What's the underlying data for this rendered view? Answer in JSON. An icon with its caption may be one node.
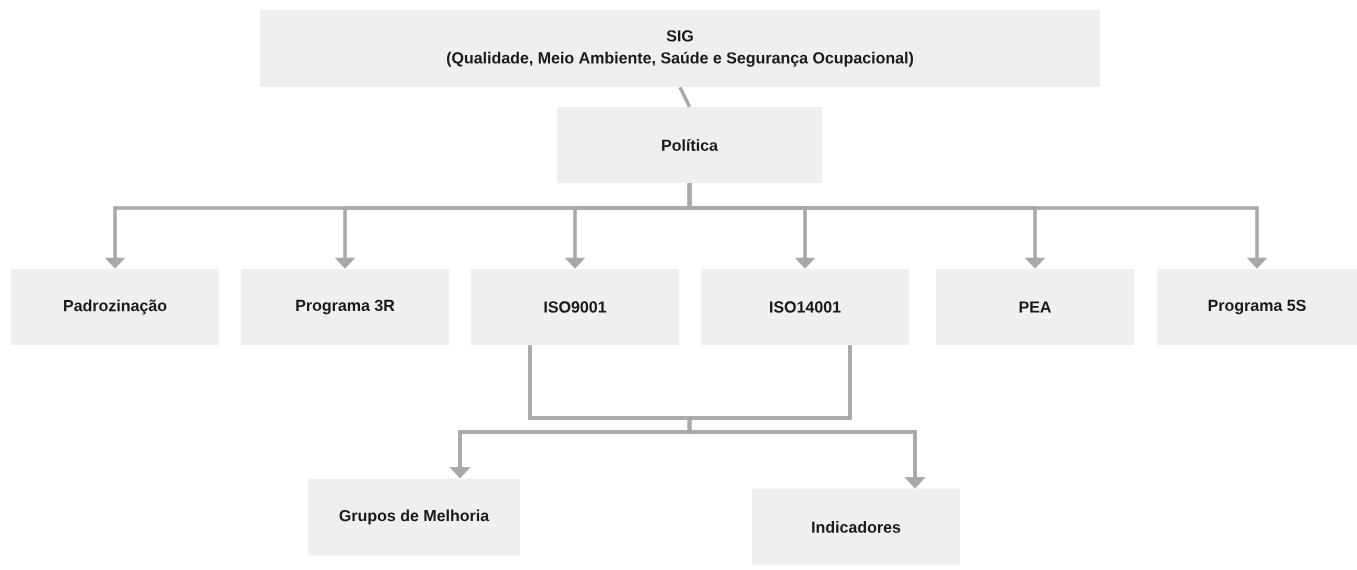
{
  "diagram": {
    "nodes": [
      {
        "text": [
          "SIG",
          "(Qualidade, Meio Ambiente, Saúde e Segurança Ocupacional)"
        ]
      },
      {
        "text": [
          "Política"
        ]
      },
      {
        "text": [
          "Padrozinação"
        ]
      },
      {
        "text": [
          "Programa 3R"
        ]
      },
      {
        "text": [
          "ISO9001"
        ]
      },
      {
        "text": [
          "ISO14001"
        ]
      },
      {
        "text": [
          "PEA"
        ]
      },
      {
        "text": [
          "Programa 5S"
        ]
      },
      {
        "text": [
          "Grupos de Melhoria"
        ]
      },
      {
        "text": [
          "Indicadores"
        ]
      }
    ],
    "edges": [
      {
        "from": 0,
        "to": 1,
        "arrow": "none"
      },
      {
        "from": 1,
        "to": 2,
        "arrow": "to"
      },
      {
        "from": 1,
        "to": 3,
        "arrow": "to"
      },
      {
        "from": 1,
        "to": 4,
        "arrow": "to"
      },
      {
        "from": 1,
        "to": 5,
        "arrow": "to"
      },
      {
        "from": 1,
        "to": 6,
        "arrow": "to"
      },
      {
        "from": 1,
        "to": 7,
        "arrow": "to"
      },
      {
        "from": 4,
        "to": 8,
        "arrow": "to"
      },
      {
        "from": 4,
        "to": 9,
        "arrow": "to"
      },
      {
        "from": 5,
        "to": 8,
        "arrow": "to"
      },
      {
        "from": 5,
        "to": 9,
        "arrow": "to"
      }
    ]
  }
}
